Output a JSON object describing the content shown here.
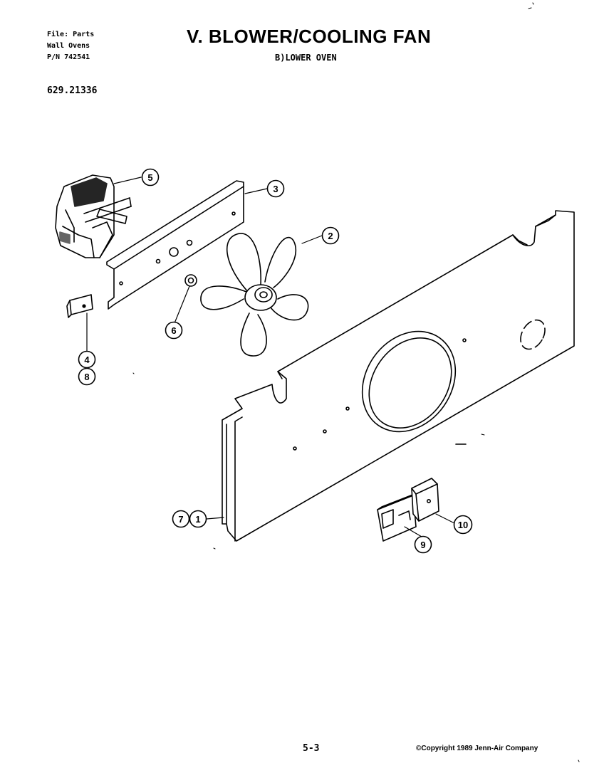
{
  "header": {
    "file_line": "File: Parts",
    "category_line": "Wall Ovens",
    "part_number_line": "P/N 742541",
    "title": "V. BLOWER/COOLING FAN",
    "subtitle": "B)LOWER OVEN",
    "model_number": "629.21336"
  },
  "callouts": {
    "c1": "1",
    "c2": "2",
    "c3": "3",
    "c4": "4",
    "c5": "5",
    "c6": "6",
    "c7": "7",
    "c8": "8",
    "c9": "9",
    "c10": "10"
  },
  "footer": {
    "page_number": "5-3",
    "copyright": "©Copyright 1989 Jenn-Air Company"
  }
}
